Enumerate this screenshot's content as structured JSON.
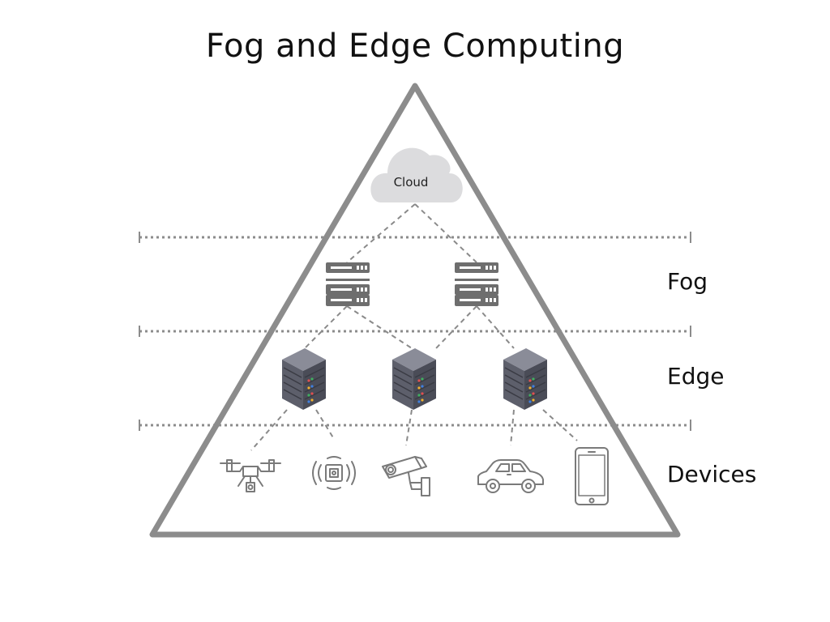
{
  "title": "Fog and Edge Computing",
  "layers": {
    "fog": "Fog",
    "edge": "Edge",
    "devices": "Devices"
  },
  "cloud": {
    "label": "Cloud"
  },
  "icons": {
    "cloud": "cloud-icon",
    "fog_server": "server-rack-icon",
    "edge_server": "server-tower-icon",
    "devices": [
      "drone-icon",
      "iot-sensor-icon",
      "security-camera-icon",
      "car-icon",
      "smartphone-icon"
    ]
  },
  "colors": {
    "triangle": "#8c8c8c",
    "connector": "#8a8a8a",
    "cloud": "#dcdcde",
    "fog_server": "#6e6e6e",
    "edge_server": "#5d5f6b",
    "device_line": "#7a7a7a"
  }
}
